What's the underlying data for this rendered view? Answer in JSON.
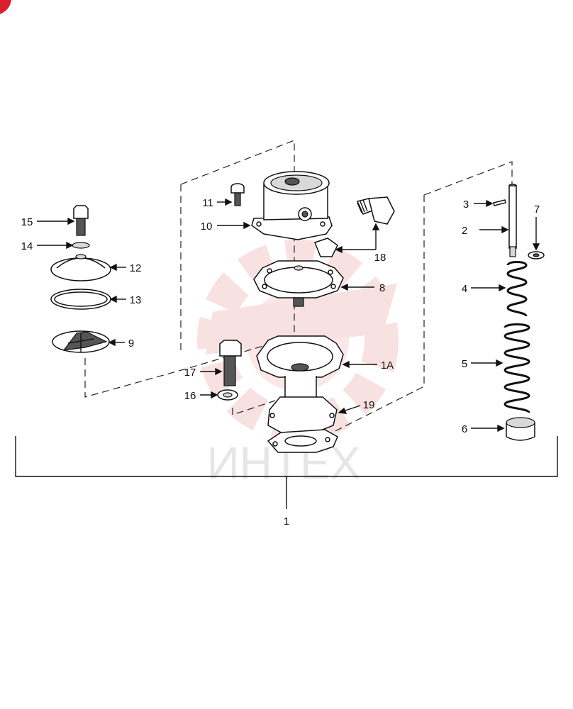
{
  "callouts": {
    "c1": "1",
    "c1A": "1A",
    "c2": "2",
    "c3": "3",
    "c4": "4",
    "c5": "5",
    "c6": "6",
    "c7": "7",
    "c8": "8",
    "c9": "9",
    "c10": "10",
    "c11": "11",
    "c12": "12",
    "c13": "13",
    "c14": "14",
    "c15": "15",
    "c16": "16",
    "c17": "17",
    "c18": "18",
    "c19": "19"
  },
  "watermark": {
    "text": "ИНТЕХ"
  },
  "colors": {
    "line": "#111111",
    "watermark": "#f3c9c9",
    "corner_badge": "#d8202f"
  }
}
